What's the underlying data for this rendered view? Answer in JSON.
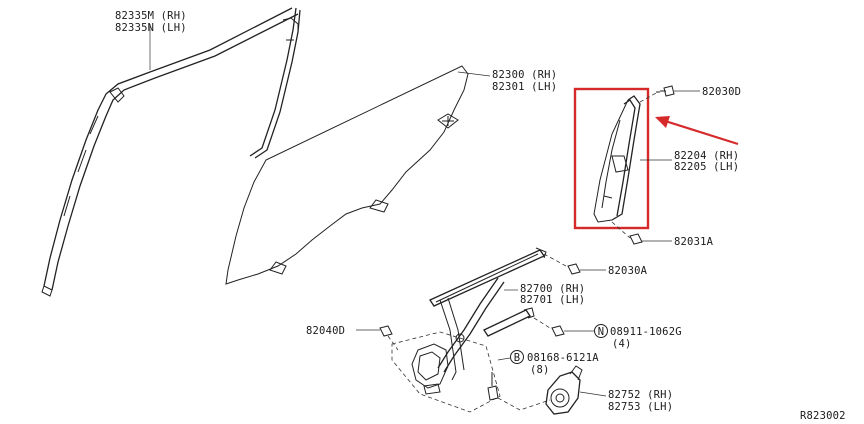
{
  "diagram_ref": "R823002",
  "colors": {
    "highlight": "#d62a2a",
    "ink": "#222222"
  },
  "callouts": {
    "sash": {
      "rh": "82335M (RH)",
      "lh": "82335N (LH)"
    },
    "glass": {
      "rh": "82300 (RH)",
      "lh": "82301 (LH)"
    },
    "bolt_top": "82030D",
    "channel": {
      "rh": "82204 (RH)",
      "lh": "82205 (LH)"
    },
    "clip_bottom": "82031A",
    "bolt_mid": "82030A",
    "regulator": {
      "rh": "82700 (RH)",
      "lh": "82701 (LH)"
    },
    "bolt_left": "82040D",
    "nut": {
      "code": "N",
      "part": "08911-1062G",
      "qty": "(4)"
    },
    "screw": {
      "code": "B",
      "part": "08168-6121A",
      "qty": "(8)"
    },
    "motor": {
      "rh": "82752 (RH)",
      "lh": "82753 (LH)"
    }
  }
}
